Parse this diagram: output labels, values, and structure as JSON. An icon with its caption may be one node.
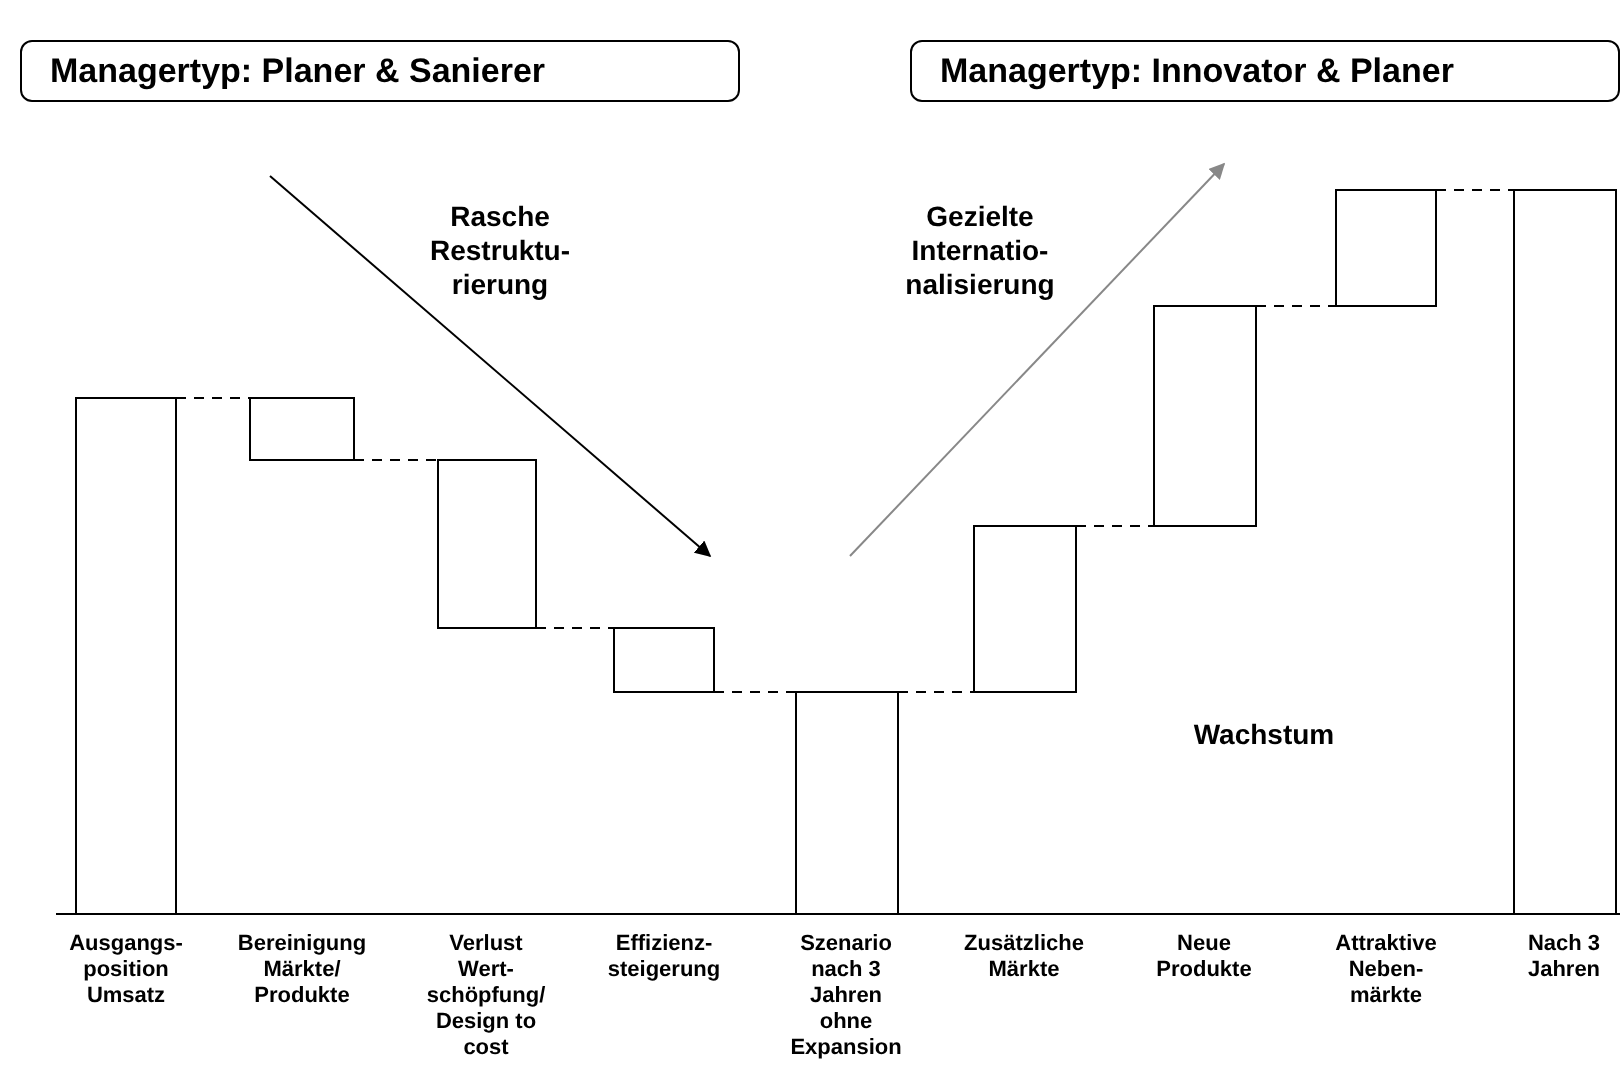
{
  "diagram": {
    "nodes": [
      {
        "text": [
          "Managertyp: Planer & Sanierer"
        ]
      },
      {
        "text": [
          "Managertyp: Innovator & Planer"
        ]
      }
    ],
    "labels": [
      "Rasche Restruktu- rierung",
      "Gezielte Internatio- nalisierung",
      "Wachstum",
      "Ausgangs- position Umsatz",
      "Bereinigung Märkte/ Produkte",
      "Verlust Wert- schöpfung/ Design to cost",
      "Effizienz- steigerung",
      "Szenario nach 3 Jahren ohne Expansion",
      "Zusätzliche Märkte",
      "Neue Produkte",
      "Attraktive Neben- märkte",
      "Nach 3 Jahren"
    ]
  }
}
